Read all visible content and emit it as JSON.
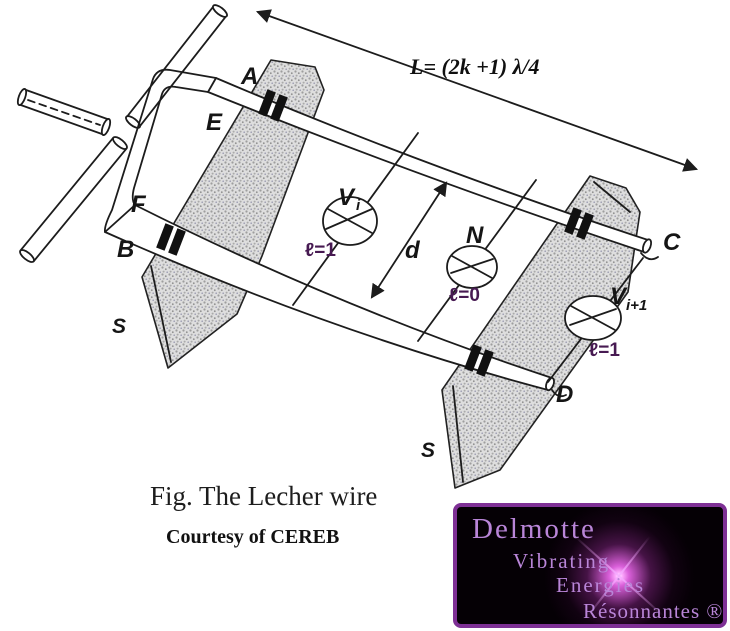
{
  "figure": {
    "formula": "L= (2k +1) λ/4",
    "distance_label": "d",
    "points": {
      "A": "A",
      "E": "E",
      "F": "F",
      "B": "B",
      "C": "C",
      "D": "D"
    },
    "supports": {
      "left": "S",
      "right": "S"
    },
    "detectors": [
      {
        "main": "V",
        "sub": "i",
        "state": "ℓ=1"
      },
      {
        "main": "N",
        "sub": "",
        "state": "ℓ=0"
      },
      {
        "main": "V",
        "sub": "i+1",
        "state": "ℓ=1"
      }
    ]
  },
  "caption": {
    "title": "Fig. The Lecher wire",
    "credit": "Courtesy of CEREB"
  },
  "logo": {
    "line1": "Delmotte",
    "line2": "Vibrating",
    "line3": "Energies",
    "line4": "Résonnantes ®"
  },
  "colors": {
    "ink": "#1c1c1c",
    "support_fill": "#dedede",
    "state_label": "#471a52",
    "logo_border": "#7e3095",
    "logo_text": "#b985d8",
    "logo_bg": "#050005"
  }
}
